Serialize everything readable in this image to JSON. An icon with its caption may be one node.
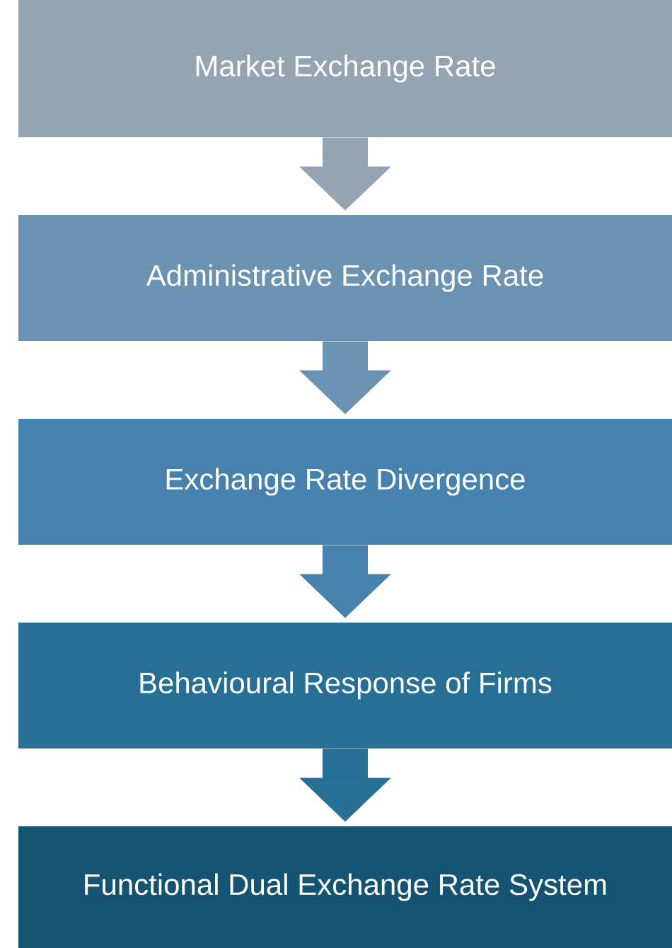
{
  "diagram": {
    "nodes": [
      {
        "text": [
          "Market Exchange Rate"
        ]
      },
      {
        "text": [
          "Administrative Exchange Rate"
        ]
      },
      {
        "text": [
          "Exchange Rate Divergence"
        ]
      },
      {
        "text": [
          "Behavioural Response of Firms"
        ]
      },
      {
        "text": [
          "Functional Dual Exchange Rate System"
        ]
      }
    ],
    "edges": [
      {
        "from": 0,
        "to": 1,
        "arrow": "to",
        "color": "#94a4b2"
      },
      {
        "from": 1,
        "to": 2,
        "arrow": "to",
        "color": "#6b93b1"
      },
      {
        "from": 2,
        "to": 3,
        "arrow": "to",
        "color": "#4682ad"
      },
      {
        "from": 3,
        "to": 4,
        "arrow": "to",
        "color": "#276f94"
      }
    ]
  }
}
